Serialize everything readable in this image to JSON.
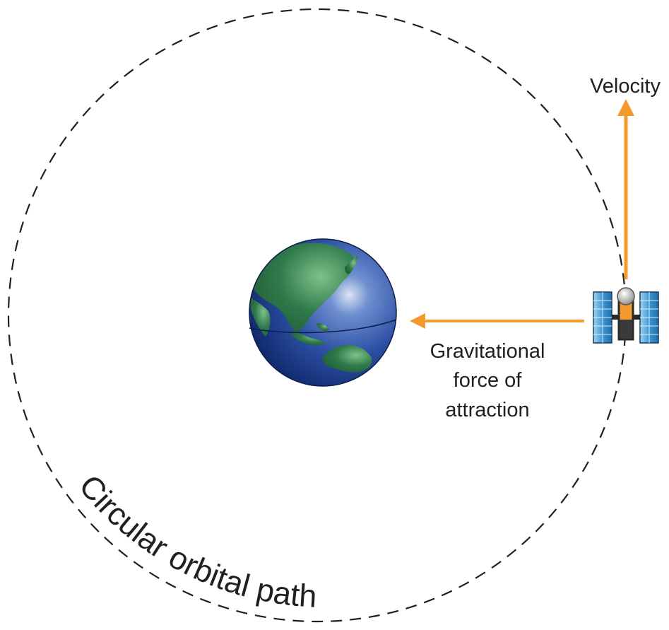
{
  "labels": {
    "velocity": "Velocity",
    "gravity_line1": "Gravitational",
    "gravity_line2": "force of",
    "gravity_line3": "attraction",
    "orbit_path": "Circular orbital path"
  },
  "colors": {
    "arrow": "#f39b2f",
    "orbit": "#231f20",
    "ocean": "#1f3f8f",
    "land": "#2f7a4a",
    "panel": "#4aa0d8"
  },
  "icons": {
    "planet": "earth-globe-icon",
    "satellite": "satellite-icon"
  }
}
